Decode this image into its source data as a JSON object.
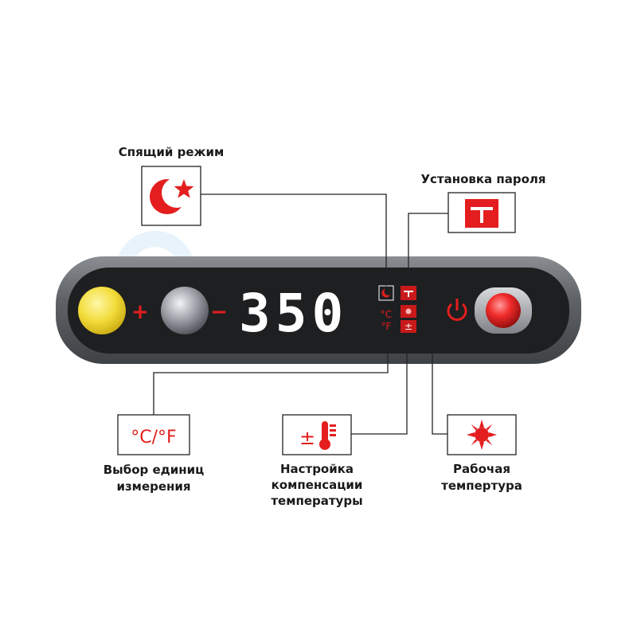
{
  "callouts": {
    "sleep_mode": "Спящий режим",
    "password_setup": "Установка пароля",
    "unit_select_line1": "Выбор единиц",
    "unit_select_line2": "измерения",
    "temp_comp_line1": "Настройка",
    "temp_comp_line2": "компенсации",
    "temp_comp_line3": "температуры",
    "working_temp_line1": "Рабочая",
    "working_temp_line2": "темпертура"
  },
  "icons": {
    "sleep": "moon-star-icon",
    "password": "password-icon",
    "units": "celsius-fahrenheit-icon",
    "compensation": "plus-minus-thermometer-icon",
    "working": "sun-icon",
    "power": "power-icon"
  },
  "icon_text": {
    "units": "°C/°F",
    "compensation": "±"
  },
  "display": {
    "value": "350",
    "plus": "+",
    "minus": "−",
    "mini_units": "°C\n°F",
    "mini_comp": "±"
  },
  "colors": {
    "accent": "#e41e1e",
    "display_digits": "#ffffff",
    "panel_body": "#5c6064",
    "panel_face": "#1e1f21",
    "plus_button": "#f2dc3a",
    "minus_button": "#8c8f96",
    "power_button": "#e8232b"
  }
}
